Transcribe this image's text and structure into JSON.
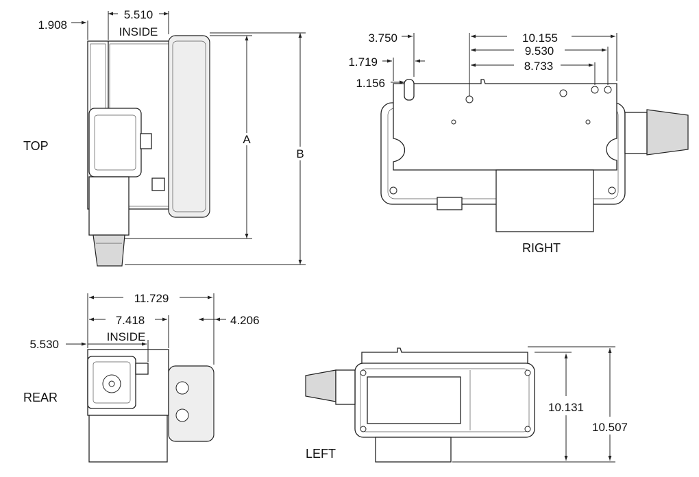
{
  "views": {
    "top": "TOP",
    "right": "RIGHT",
    "rear": "REAR",
    "left": "LEFT"
  },
  "top_view": {
    "dim_1908": "1.908",
    "dim_5510": "5.510",
    "inside": "INSIDE",
    "dim_a": "A",
    "dim_b": "B"
  },
  "right_view": {
    "dim_3750": "3.750",
    "dim_10155": "10.155",
    "dim_9530": "9.530",
    "dim_1719": "1.719",
    "dim_8733": "8.733",
    "dim_1156": "1.156"
  },
  "rear_view": {
    "dim_11729": "11.729",
    "dim_7418": "7.418",
    "dim_4206": "4.206",
    "dim_5530": "5.530",
    "inside": "INSIDE"
  },
  "left_view": {
    "dim_10131": "10.131",
    "dim_10507": "10.507"
  },
  "colors": {
    "line": "#222222",
    "fill_light": "#eeeeee",
    "fill_dark": "#d9d9d9"
  }
}
